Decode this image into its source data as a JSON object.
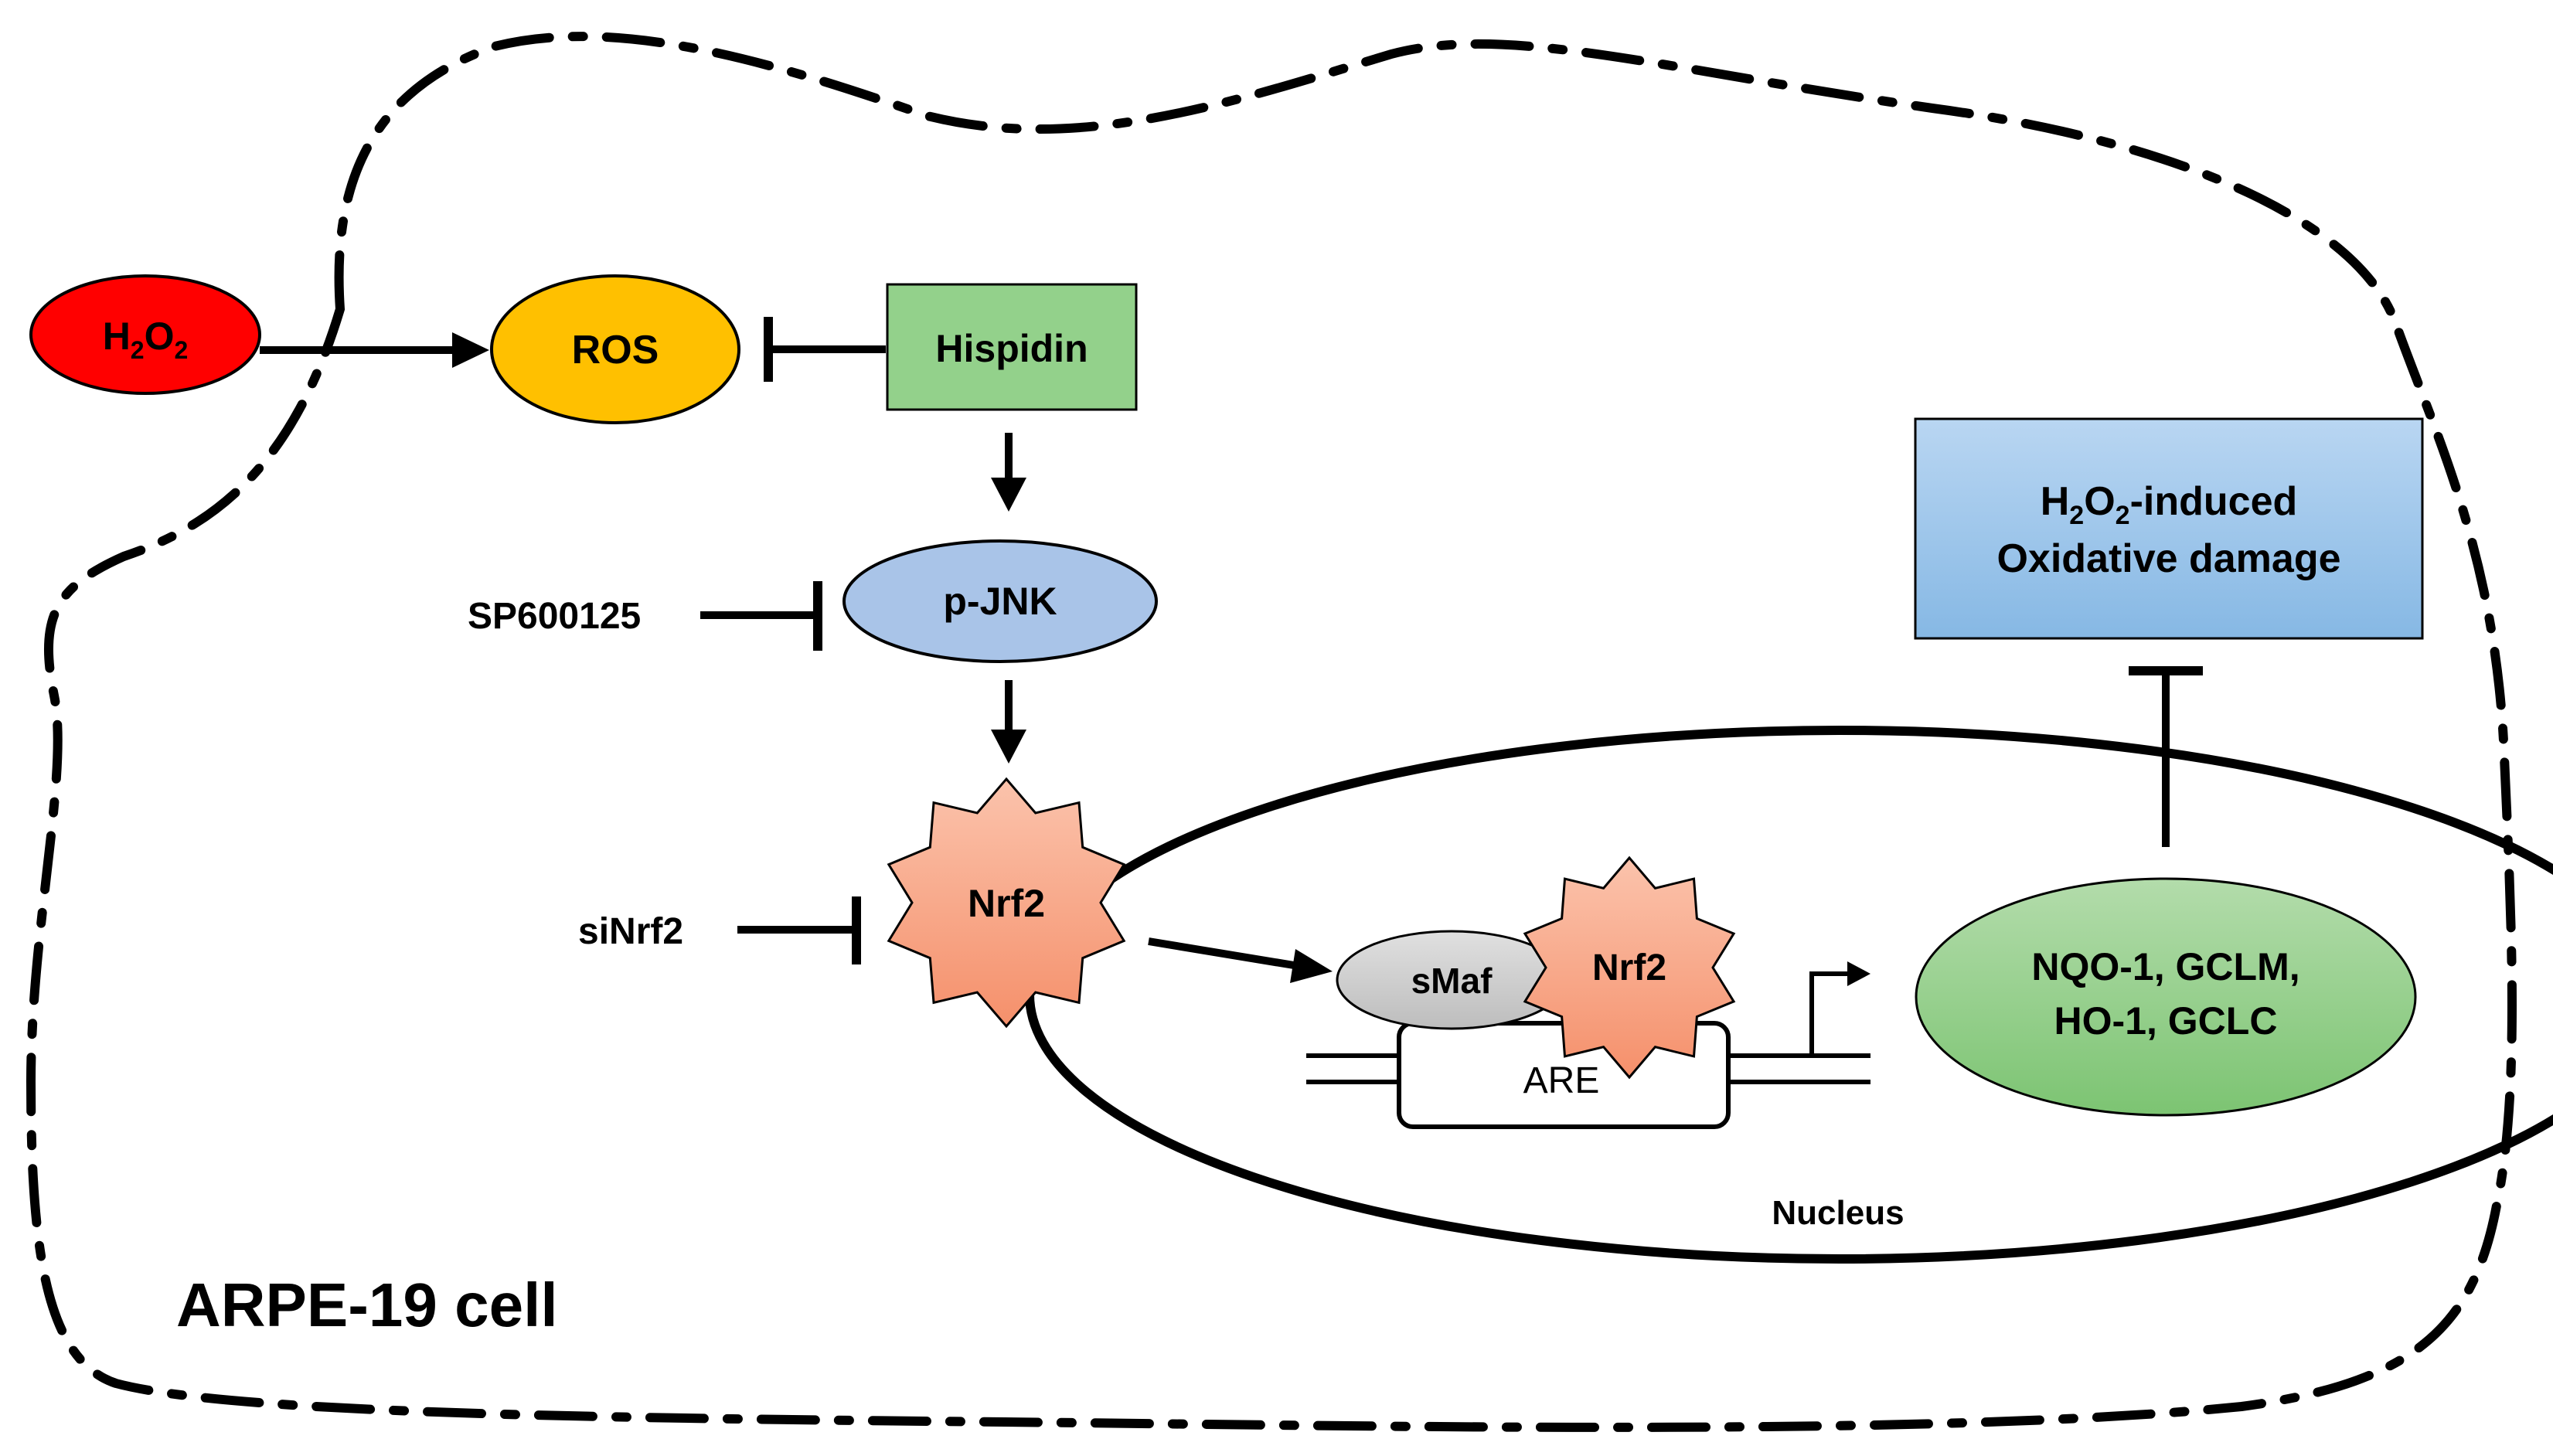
{
  "h2o2": {
    "base_h": "H",
    "sub_2a": "2",
    "base_o": "O",
    "sub_2b": "2"
  },
  "ros": {
    "label": "ROS"
  },
  "hispidin": {
    "label": "Hispidin"
  },
  "pjnk": {
    "label": "p-JNK"
  },
  "sp600125": {
    "label": "SP600125"
  },
  "nrf2_cyto": {
    "label": "Nrf2"
  },
  "sinrf2": {
    "label": "siNrf2"
  },
  "smaf": {
    "label": "sMaf"
  },
  "nrf2_nuc": {
    "label": "Nrf2"
  },
  "are": {
    "label": "ARE"
  },
  "nucleus": {
    "label": "Nucleus"
  },
  "genes": {
    "line1": "NQO-1, GCLM,",
    "line2": "HO-1, GCLC"
  },
  "damage": {
    "h": "H",
    "s1": "2",
    "o": "O",
    "s2": "2",
    "rest": "-induced",
    "line2": "Oxidative damage"
  },
  "cell": {
    "label": "ARPE-19 cell"
  },
  "colors": {
    "h2o2_fill": "#ff0000",
    "ros_fill": "#ffc000",
    "hispidin_fill": "#93d18b",
    "pjnk_fill": "#a9c4e8",
    "nrf2_fill": "#f7a383",
    "smaf_fill": "#d3d3d3",
    "genes_fill": "#8fcc85",
    "damage_fill": "#9cc3e8"
  }
}
